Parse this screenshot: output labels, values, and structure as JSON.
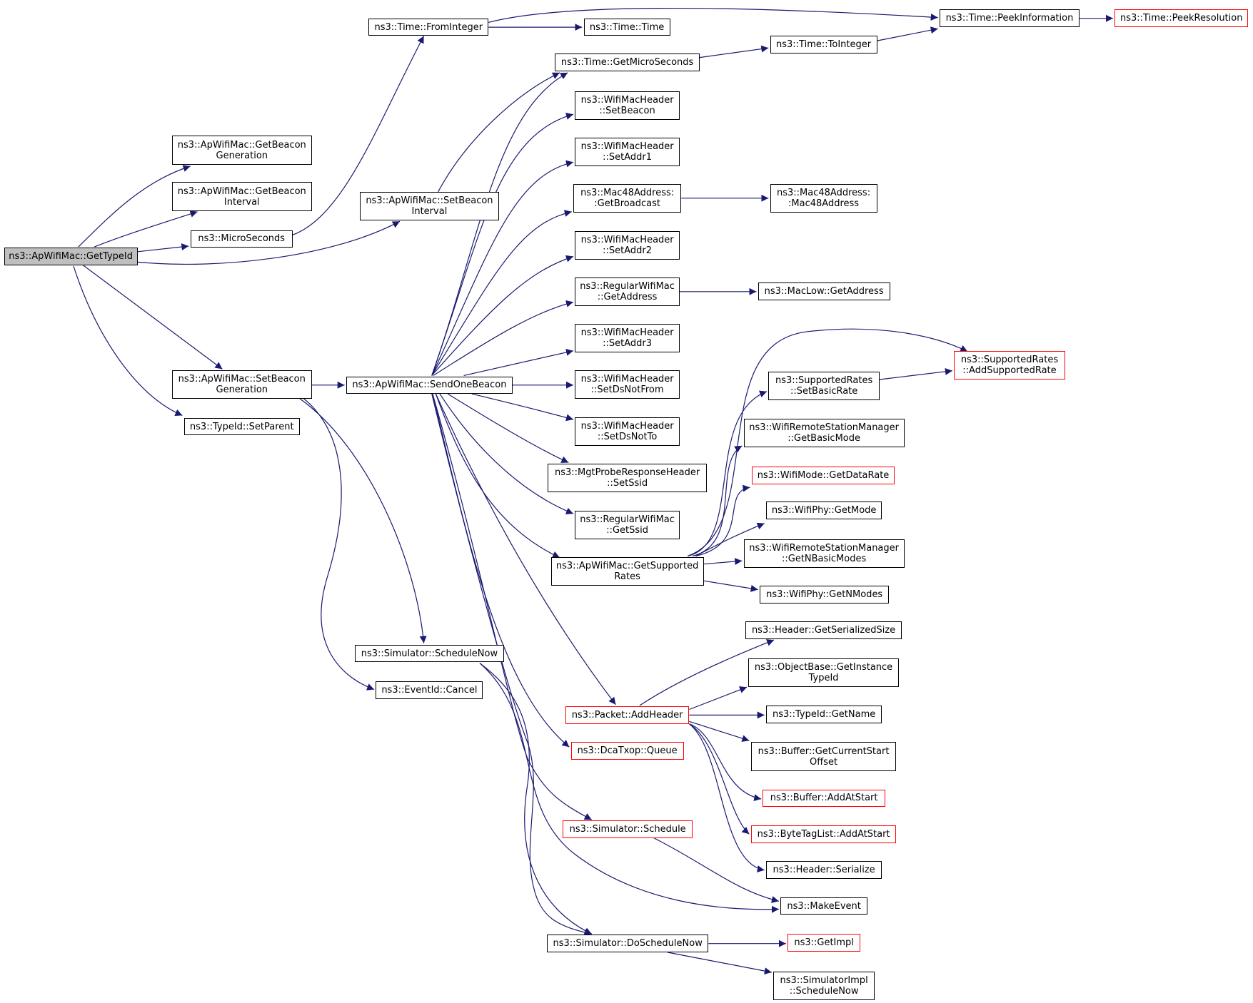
{
  "colors": {
    "edge": "#191970",
    "border": "#000000",
    "border_red": "#ff0000",
    "root_fill": "#bfbfbf"
  },
  "nodes": {
    "getTypeId": {
      "lines": [
        "ns3::ApWifiMac::GetTypeId"
      ],
      "red": false,
      "root": true
    },
    "getBeaconGeneration": {
      "lines": [
        "ns3::ApWifiMac::GetBeacon",
        "Generation"
      ],
      "red": false
    },
    "getBeaconInterval": {
      "lines": [
        "ns3::ApWifiMac::GetBeacon",
        "Interval"
      ],
      "red": false
    },
    "microSeconds": {
      "lines": [
        "ns3::MicroSeconds"
      ],
      "red": false
    },
    "setBeaconGeneration": {
      "lines": [
        "ns3::ApWifiMac::SetBeacon",
        "Generation"
      ],
      "red": false
    },
    "setParent": {
      "lines": [
        "ns3::TypeId::SetParent"
      ],
      "red": false
    },
    "fromInteger": {
      "lines": [
        "ns3::Time::FromInteger"
      ],
      "red": false
    },
    "setBeaconInterval": {
      "lines": [
        "ns3::ApWifiMac::SetBeacon",
        "Interval"
      ],
      "red": false
    },
    "sendOneBeacon": {
      "lines": [
        "ns3::ApWifiMac::SendOneBeacon"
      ],
      "red": false
    },
    "scheduleNow": {
      "lines": [
        "ns3::Simulator::ScheduleNow"
      ],
      "red": false
    },
    "cancel": {
      "lines": [
        "ns3::EventId::Cancel"
      ],
      "red": false
    },
    "timeTime": {
      "lines": [
        "ns3::Time::Time"
      ],
      "red": false
    },
    "getMicroSeconds": {
      "lines": [
        "ns3::Time::GetMicroSeconds"
      ],
      "red": false
    },
    "setBeacon": {
      "lines": [
        "ns3::WifiMacHeader",
        "::SetBeacon"
      ],
      "red": false
    },
    "setAddr1": {
      "lines": [
        "ns3::WifiMacHeader",
        "::SetAddr1"
      ],
      "red": false
    },
    "getBroadcast": {
      "lines": [
        "ns3::Mac48Address:",
        ":GetBroadcast"
      ],
      "red": false
    },
    "setAddr2": {
      "lines": [
        "ns3::WifiMacHeader",
        "::SetAddr2"
      ],
      "red": false
    },
    "getAddress": {
      "lines": [
        "ns3::RegularWifiMac",
        "::GetAddress"
      ],
      "red": false
    },
    "setAddr3": {
      "lines": [
        "ns3::WifiMacHeader",
        "::SetAddr3"
      ],
      "red": false
    },
    "setDsNotFrom": {
      "lines": [
        "ns3::WifiMacHeader",
        "::SetDsNotFrom"
      ],
      "red": false
    },
    "setDsNotTo": {
      "lines": [
        "ns3::WifiMacHeader",
        "::SetDsNotTo"
      ],
      "red": false
    },
    "setSsid": {
      "lines": [
        "ns3::MgtProbeResponseHeader",
        "::SetSsid"
      ],
      "red": false
    },
    "getSsid": {
      "lines": [
        "ns3::RegularWifiMac",
        "::GetSsid"
      ],
      "red": false
    },
    "getSupportedRates": {
      "lines": [
        "ns3::ApWifiMac::GetSupported",
        "Rates"
      ],
      "red": false
    },
    "addHeader": {
      "lines": [
        "ns3::Packet::AddHeader"
      ],
      "red": true
    },
    "queue": {
      "lines": [
        "ns3::DcaTxop::Queue"
      ],
      "red": true
    },
    "schedule": {
      "lines": [
        "ns3::Simulator::Schedule"
      ],
      "red": true
    },
    "doScheduleNow": {
      "lines": [
        "ns3::Simulator::DoScheduleNow"
      ],
      "red": false
    },
    "toInteger": {
      "lines": [
        "ns3::Time::ToInteger"
      ],
      "red": false
    },
    "peekInformation": {
      "lines": [
        "ns3::Time::PeekInformation"
      ],
      "red": false
    },
    "peekResolution": {
      "lines": [
        "ns3::Time::PeekResolution"
      ],
      "red": true
    },
    "mac48Address": {
      "lines": [
        "ns3::Mac48Address:",
        ":Mac48Address"
      ],
      "red": false
    },
    "macLowGetAddress": {
      "lines": [
        "ns3::MacLow::GetAddress"
      ],
      "red": false
    },
    "addSupportedRate": {
      "lines": [
        "ns3::SupportedRates",
        "::AddSupportedRate"
      ],
      "red": true
    },
    "setBasicRate": {
      "lines": [
        "ns3::SupportedRates",
        "::SetBasicRate"
      ],
      "red": false
    },
    "getBasicMode": {
      "lines": [
        "ns3::WifiRemoteStationManager",
        "::GetBasicMode"
      ],
      "red": false
    },
    "getDataRate": {
      "lines": [
        "ns3::WifiMode::GetDataRate"
      ],
      "red": true
    },
    "getMode": {
      "lines": [
        "ns3::WifiPhy::GetMode"
      ],
      "red": false
    },
    "getNBasicModes": {
      "lines": [
        "ns3::WifiRemoteStationManager",
        "::GetNBasicModes"
      ],
      "red": false
    },
    "getNModes": {
      "lines": [
        "ns3::WifiPhy::GetNModes"
      ],
      "red": false
    },
    "getSerializedSize": {
      "lines": [
        "ns3::Header::GetSerializedSize"
      ],
      "red": false
    },
    "getInstanceTypeId": {
      "lines": [
        "ns3::ObjectBase::GetInstance",
        "TypeId"
      ],
      "red": false
    },
    "getName": {
      "lines": [
        "ns3::TypeId::GetName"
      ],
      "red": false
    },
    "getCurrentStartOffset": {
      "lines": [
        "ns3::Buffer::GetCurrentStart",
        "Offset"
      ],
      "red": false
    },
    "bufferAddAtStart": {
      "lines": [
        "ns3::Buffer::AddAtStart"
      ],
      "red": true
    },
    "byteTagListAddAtStart": {
      "lines": [
        "ns3::ByteTagList::AddAtStart"
      ],
      "red": true
    },
    "headerSerialize": {
      "lines": [
        "ns3::Header::Serialize"
      ],
      "red": false
    },
    "makeEvent": {
      "lines": [
        "ns3::MakeEvent"
      ],
      "red": false
    },
    "getImpl": {
      "lines": [
        "ns3::GetImpl"
      ],
      "red": true
    },
    "simulatorImplScheduleNow": {
      "lines": [
        "ns3::SimulatorImpl",
        "::ScheduleNow"
      ],
      "red": false
    }
  }
}
